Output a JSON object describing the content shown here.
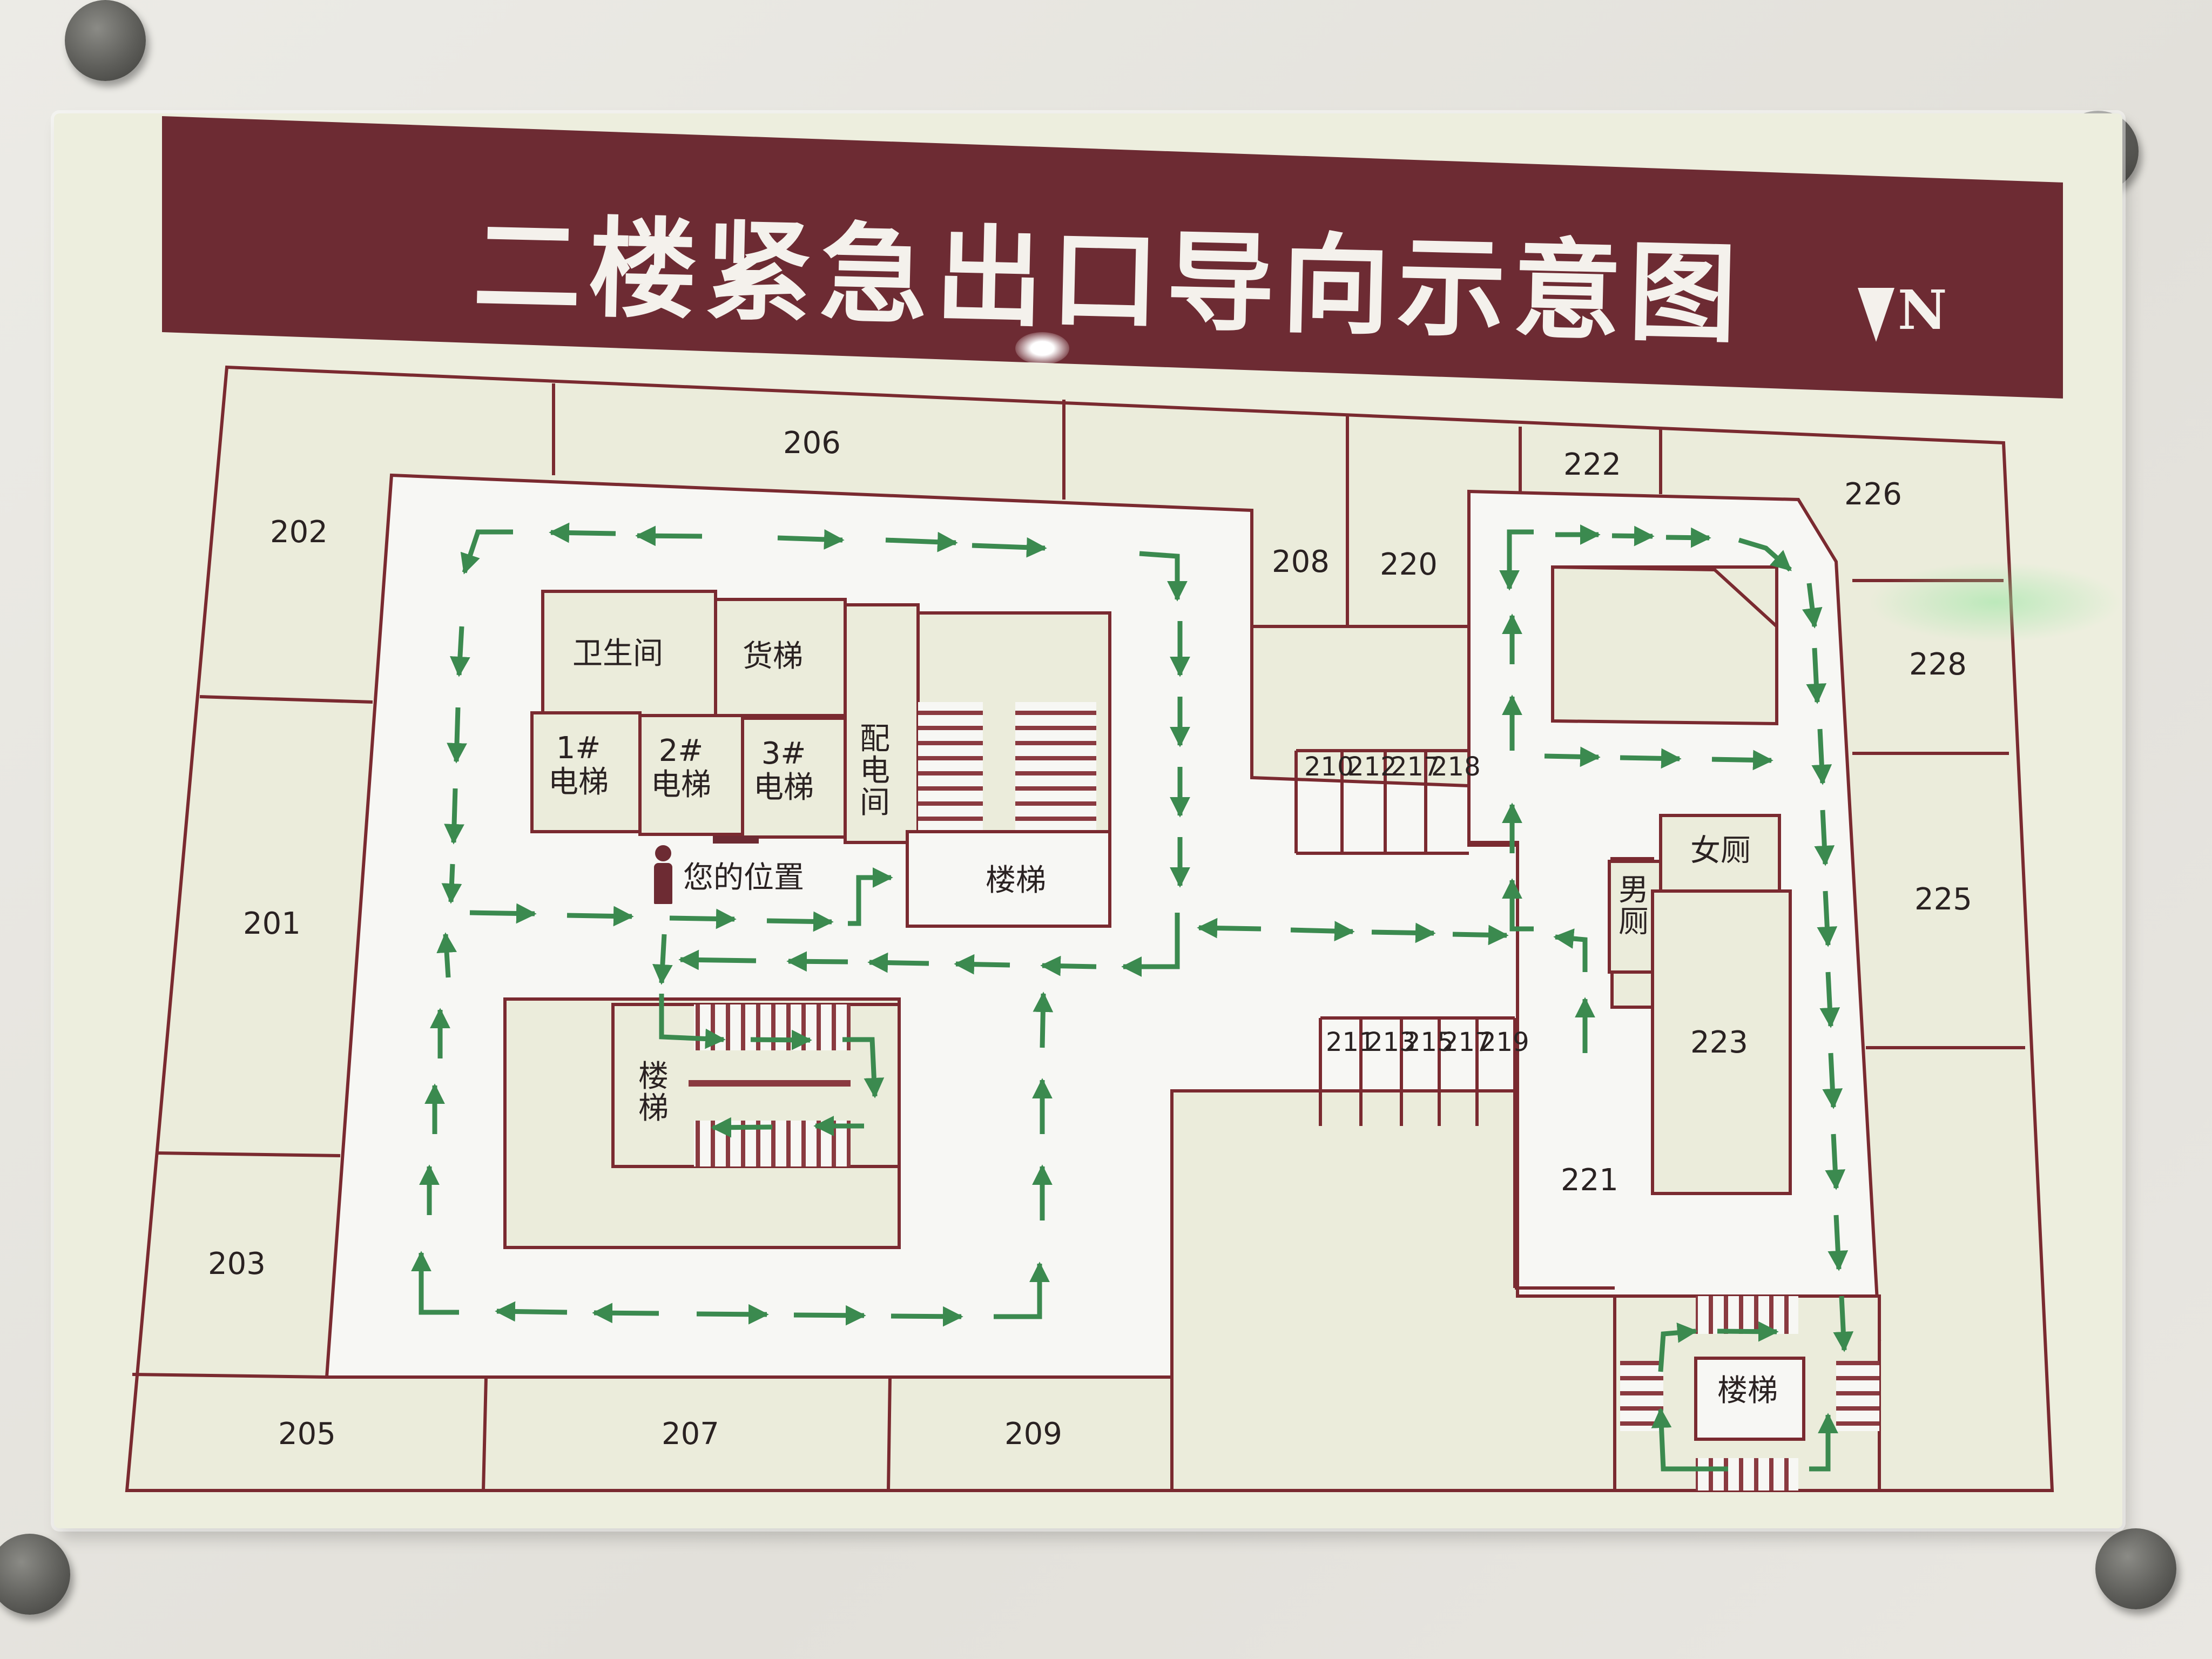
{
  "title": "二楼紧急出口导向示意图",
  "north_label": "N",
  "rooms": {
    "r201": "201",
    "r202": "202",
    "r203": "203",
    "r205": "205",
    "r206": "206",
    "r207": "207",
    "r208": "208",
    "r209": "209",
    "r220": "220",
    "r221": "221",
    "r222": "222",
    "r223": "223",
    "r225": "225",
    "r226": "226",
    "r228": "228"
  },
  "small_rooms_top": [
    "210",
    "212",
    "217",
    "218"
  ],
  "small_rooms_bottom": [
    "211",
    "213",
    "215",
    "217",
    "219"
  ],
  "facilities": {
    "toilet": "卫生间",
    "freight_elevator": "货梯",
    "elevator1": "1#\n电梯",
    "elevator2": "2#\n电梯",
    "elevator3": "3#\n电梯",
    "power_room": "配电间",
    "stairs_center": "楼梯",
    "stairs_left": "楼梯",
    "stairs_right": "楼梯",
    "womens_restroom": "女厕",
    "mens_restroom": "男厕"
  },
  "you_are_here": "您的位置",
  "colors": {
    "header": "#6d2b33",
    "wall_line": "#7a2a30",
    "corridor": "#f7f7f4",
    "room_fill": "#ebecdb",
    "arrow": "#3b8a4f"
  },
  "icons": [
    "north-arrow-icon",
    "person-icon",
    "exit-arrow-icon",
    "stairs-icon"
  ]
}
